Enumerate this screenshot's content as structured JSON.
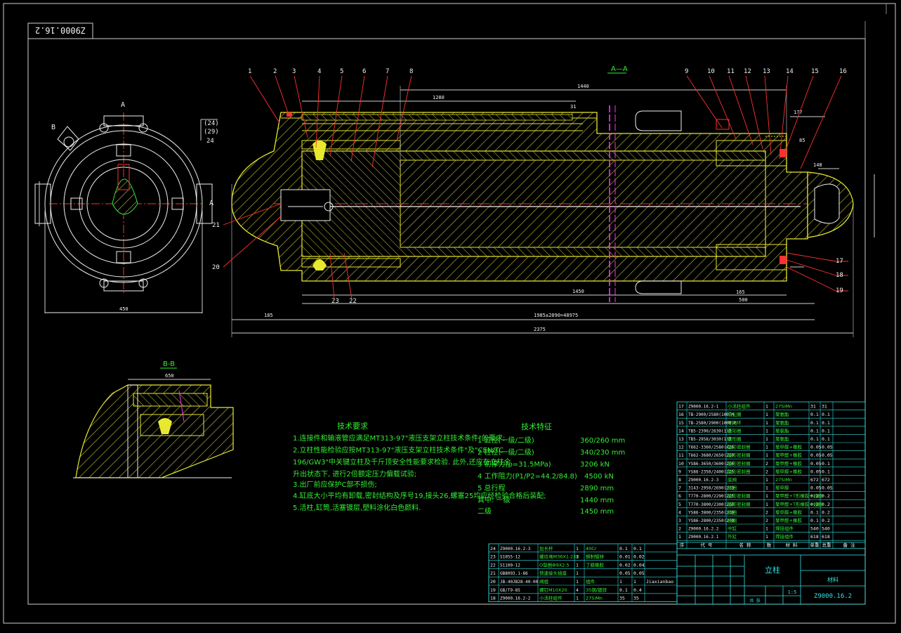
{
  "drawing": {
    "drawing_number": "Z9000.16.2",
    "section_aa_label": "A—A",
    "section_bb_label": "B-B",
    "view_marker_a": "A",
    "view_marker_b": "B",
    "callout_numbers_top": [
      "1",
      "2",
      "3",
      "4",
      "5",
      "6",
      "7",
      "8",
      "9",
      "10",
      "11",
      "12",
      "13",
      "14",
      "15",
      "16"
    ],
    "callout_numbers_right": [
      "17",
      "18",
      "19"
    ],
    "callout_numbers_left": [
      "21",
      "20"
    ],
    "callout_numbers_bottom": [
      "23",
      "22"
    ],
    "dims": {
      "d1440": "1440",
      "d1450": "1450",
      "d2375": "2375",
      "d1885": "1985±2890=48975",
      "d500": "500",
      "d185": "185",
      "d165": "165",
      "d450": "450",
      "d650": "650",
      "d24a": "(24)",
      "d24b": "(29)",
      "d24c": "24",
      "d1280": "1280",
      "d31": "31",
      "d177": "177",
      "d85": "85",
      "d148": "148"
    }
  },
  "tech_requirements": {
    "title": "技术要求",
    "lines": [
      "1.连接件和输液管应满足MT313-97\"液压支架立柱技术条件\"的要求;",
      "2.立柱性能检验应按MT313-97\"液压支架立柱技术条件\"及\"CEN/TC",
      "  196/GW3\"中关键立柱及千斤顶安全性能要求检验. 此外,还应在立柱全",
      "  升出状态下, 进行2倍额定压力偏载试验;",
      "3.出厂前应保护C部不损伤;",
      "4.缸底大小平均有卸载,密封结构及序号19,接头26,螺塞25均应经检验合格后装配;",
      "5.活柱,缸筒,活塞镀层,塑料涂化白色颜料."
    ]
  },
  "tech_specs": {
    "title": "技术特征",
    "rows": [
      {
        "label": "1 缸径(一级/二级)",
        "value": "360/260 mm"
      },
      {
        "label": "2 柱径(一级/二级)",
        "value": "340/230 mm"
      },
      {
        "label": "3 初撑力(p=31.5MPa)",
        "value": "3206  kN"
      },
      {
        "label": "4 工作阻力(P1/P2=44.2/84.8)",
        "value": "4500  kN"
      },
      {
        "label": "5 总行程",
        "value": "2890 mm"
      },
      {
        "label": "   其中: 一级",
        "value": "1440 mm"
      },
      {
        "label": "         二级",
        "value": "1450 mm"
      }
    ]
  },
  "bom_right": [
    [
      "17",
      "Z9000.16.2-1",
      "小活柱组件",
      "1",
      "27SiMn",
      "31",
      "31"
    ],
    [
      "16",
      "TB-2900/2580(100)M",
      "防尘圈",
      "1",
      "聚氨酯",
      "0.1",
      "0.1"
    ],
    [
      "15",
      "TB-2580/2900(1000)M",
      "导向环",
      "1",
      "聚氨酯",
      "0.1",
      "0.1"
    ],
    [
      "14",
      "TB5-2390/2630(1)2",
      "蕾形圈",
      "1",
      "聚氨酯",
      "0.1",
      "0.1"
    ],
    [
      "13",
      "TB5-2958/3030(1)2",
      "蕾形圈",
      "1",
      "聚氨酯",
      "0.1",
      "0.1"
    ],
    [
      "12",
      "T662-3360/2580(4)6",
      "鼓形密封圈",
      "1",
      "聚甲醛+橡胶",
      "0.05",
      "0.05"
    ],
    [
      "11",
      "T662-3680/2650(2)0",
      "鼓形密封圈",
      "1",
      "聚甲醛+橡胶",
      "0.05",
      "0.05"
    ],
    [
      "10",
      "YS86-3650/3600(2)6",
      "鼓形密封圈",
      "2",
      "聚甲醛+橡胶",
      "0.05",
      "0.1"
    ],
    [
      "9",
      "YS86-2350/2400(2)5",
      "鼓形密封圈",
      "2",
      "聚甲醛+橡胶",
      "0.05",
      "0.1"
    ],
    [
      "8",
      "Z9000.16.2-3",
      "底阀",
      "1",
      "27SiMn",
      "672",
      "672"
    ],
    [
      "7",
      "3143-2950/2690(2)3",
      "挡圈",
      "1",
      "聚甲醛",
      "0.05",
      "0.05"
    ],
    [
      "6",
      "T770-2800/2290(2)5",
      "鼓形密封圈",
      "1",
      "聚甲醛+T形橡胶+挡圈",
      "0.2",
      "0.2"
    ],
    [
      "5",
      "T770-3800/2300(2)8",
      "鼓形密封圈",
      "1",
      "聚甲醛+T形橡胶+挡圈",
      "0.2",
      "0.2"
    ],
    [
      "4",
      "YS86-3800/2350(2)0",
      "挡圈",
      "2",
      "聚甲醛+橡胶",
      "0.1",
      "0.2"
    ],
    [
      "3",
      "YS86-2800/2350(2)0",
      "挡圈",
      "2",
      "聚甲醛+橡胶",
      "0.1",
      "0.2"
    ],
    [
      "2",
      "Z9000.16.2.2",
      "中缸",
      "1",
      "焊接组件",
      "540",
      "540"
    ],
    [
      "1",
      "Z9000.16.2.1",
      "外缸",
      "1",
      "焊接组件",
      "618",
      "618"
    ]
  ],
  "bom_right_header": [
    "序",
    "代  号",
    "名  称",
    "数",
    "材  料",
    "单重",
    "总重",
    "备  注"
  ],
  "bom_left": [
    [
      "24",
      "Z9000.16.2-3",
      "加长杆",
      "1",
      "40Cr",
      "0.1",
      "0.1"
    ],
    [
      "23",
      "S1055-12",
      "螺纹堵M36X1.2X8",
      "1",
      "钢制镀锌",
      "0.01",
      "0.02"
    ],
    [
      "22",
      "S1100-12",
      "O型圈Ф9X2.5",
      "1",
      "丁腈橡胶",
      "0.02",
      "0.04"
    ],
    [
      "21",
      "GB8093.1-86",
      "快速接头插座",
      "1",
      "",
      "0.05",
      "0.05"
    ],
    [
      "20",
      "JB-40JB28-40-00",
      "阀组",
      "1",
      "组件",
      "1",
      "1",
      "Jiaxianbao"
    ],
    [
      "19",
      "GB/T9-85",
      "螺钉M10X20",
      "4",
      "35钢/镀锌",
      "0.1",
      "0.4"
    ],
    [
      "18",
      "Z9000.16.2-2",
      "小活柱组件",
      "1",
      "27SiMn",
      "35",
      "35"
    ]
  ],
  "title_block": {
    "name": "立柱",
    "code": "Z9000.16.2",
    "scale": "1:5",
    "sheet": "共  张",
    "label_material": "材料"
  },
  "colors": {
    "background": "#000000",
    "outline": "#e8e830",
    "hatch": "#b8b830",
    "text": "#33ee33",
    "leader": "#ff3030",
    "table": "#30e0e0",
    "magenta": "#ff30ff"
  }
}
